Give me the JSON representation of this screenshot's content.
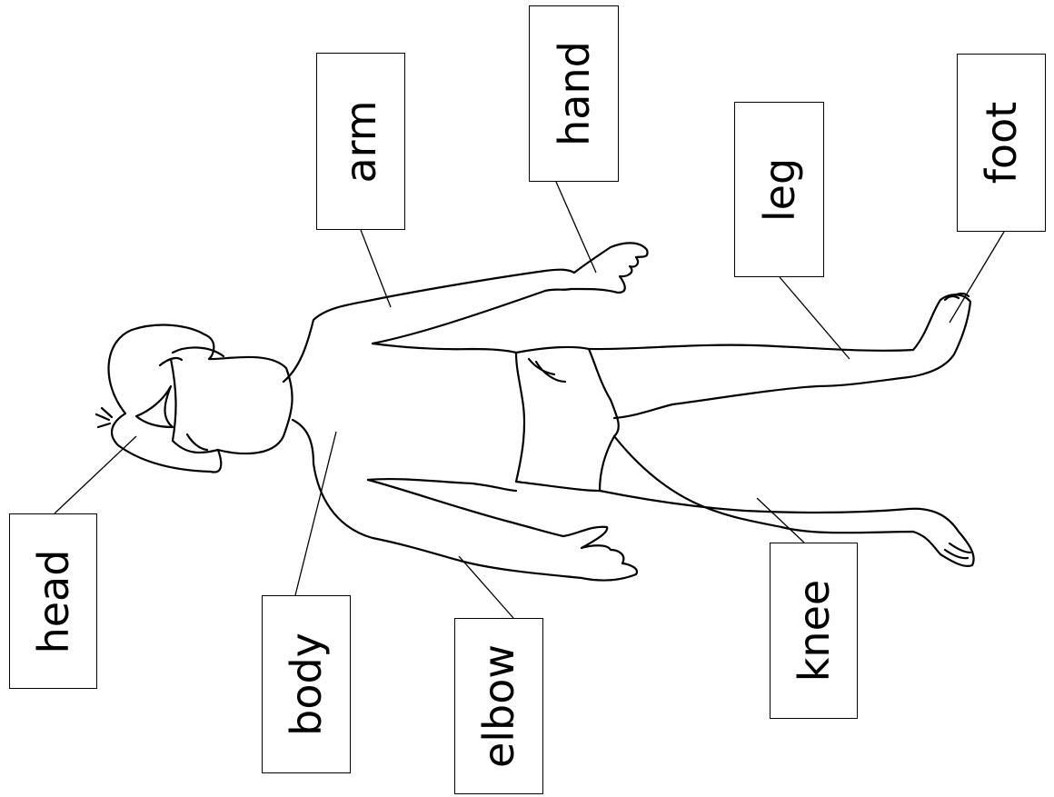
{
  "labels": {
    "arm": "arm",
    "hand": "hand",
    "leg": "leg",
    "foot": "foot",
    "head": "head",
    "body": "body",
    "elbow": "elbow",
    "knee": "knee"
  }
}
